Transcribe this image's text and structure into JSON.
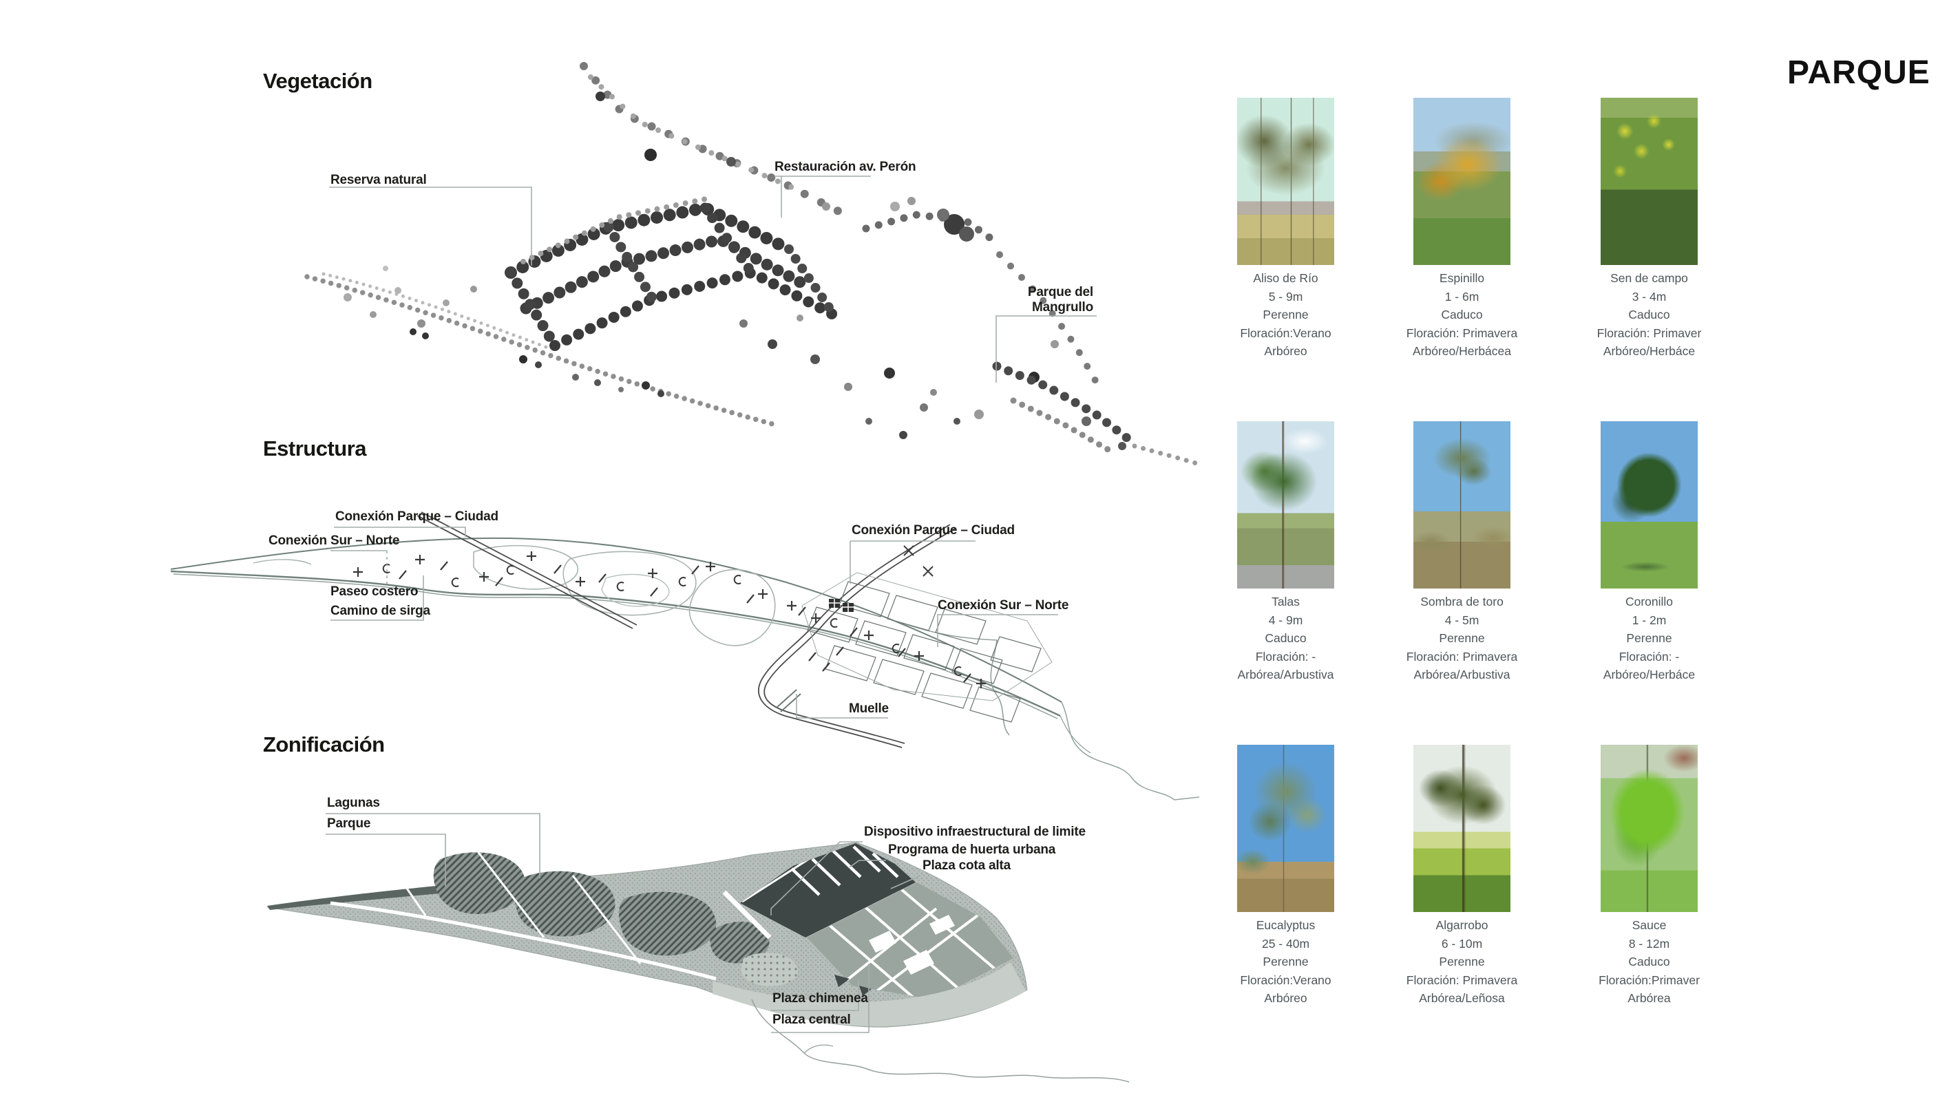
{
  "header": {
    "title": "PARQUE"
  },
  "sections": {
    "vegetacion": {
      "title": "Vegetación",
      "labels": {
        "reserva_natural": "Reserva natural",
        "restauracion_av_peron": "Restauración av. Perón",
        "parque_del_mangrullo": "Parque del Mangrullo"
      }
    },
    "estructura": {
      "title": "Estructura",
      "labels": {
        "conexion_parque_ciudad_1": "Conexión Parque – Ciudad",
        "conexion_sur_norte_1": "Conexión Sur – Norte",
        "paseo_costero": "Paseo costero",
        "camino_de_sirga": "Camino de sirga",
        "conexion_parque_ciudad_2": "Conexión Parque – Ciudad",
        "conexion_sur_norte_2": "Conexión Sur – Norte",
        "muelle": "Muelle"
      }
    },
    "zonificacion": {
      "title": "Zonificación",
      "labels": {
        "lagunas": "Lagunas",
        "parque": "Parque",
        "dispositivo": "Dispositivo infraestructural de limite",
        "huerta": "Programa de huerta urbana",
        "plaza_cota_alta": "Plaza cota alta",
        "plaza_chimenea": "Plaza chimenea",
        "plaza_central": "Plaza central"
      }
    }
  },
  "species": [
    {
      "name": "Aliso de Río",
      "height": "5 - 9m",
      "leaf": "Perenne",
      "bloom": "Floración:Verano",
      "stratum": "Arbóreo"
    },
    {
      "name": "Espinillo",
      "height": "1 - 6m",
      "leaf": "Caduco",
      "bloom": "Floración: Primavera",
      "stratum": "Arbóreo/Herbácea"
    },
    {
      "name": "Sen de campo",
      "height": "3 - 4m",
      "leaf": "Caduco",
      "bloom": "Floración: Primaver",
      "stratum": "Arbóreo/Herbáce"
    },
    {
      "name": "Talas",
      "height": "4 - 9m",
      "leaf": "Caduco",
      "bloom": "Floración: -",
      "stratum": "Arbórea/Arbustiva"
    },
    {
      "name": "Sombra de toro",
      "height": "4 - 5m",
      "leaf": "Perenne",
      "bloom": "Floración: Primavera",
      "stratum": "Arbórea/Arbustiva"
    },
    {
      "name": "Coronillo",
      "height": "1 - 2m",
      "leaf": "Perenne",
      "bloom": "Floración: -",
      "stratum": "Arbóreo/Herbáce"
    },
    {
      "name": "Eucalyptus",
      "height": "25 - 40m",
      "leaf": "Perenne",
      "bloom": "Floración:Verano",
      "stratum": "Arbóreo"
    },
    {
      "name": "Algarrobo",
      "height": "6 - 10m",
      "leaf": "Perenne",
      "bloom": "Floración: Primavera",
      "stratum": "Arbórea/Leñosa"
    },
    {
      "name": "Sauce",
      "height": "8 - 12m",
      "leaf": "Caduco",
      "bloom": "Floración:Primaver",
      "stratum": "Arbórea"
    }
  ]
}
